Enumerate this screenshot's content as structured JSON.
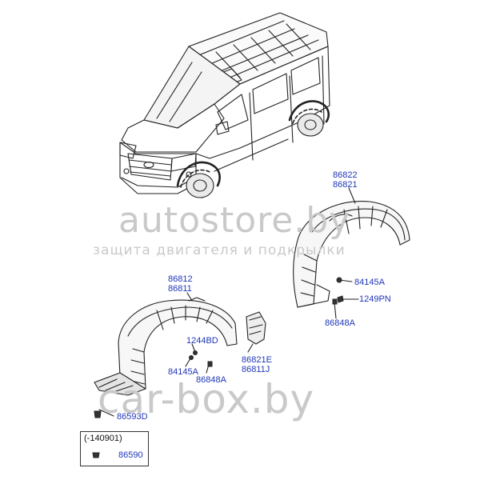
{
  "watermarks": {
    "top": "autostore.by",
    "sub": "защита двигателя и подкрылки",
    "bottom": "car-box.by"
  },
  "labels": {
    "rear_a": "86822",
    "rear_b": "86821",
    "rear_clip": "84145A",
    "rear_bolt": "1249PN",
    "rear_screw": "86848A",
    "front_a": "86812",
    "front_b": "86811",
    "front_bolt": "1244BD",
    "front_clip": "84145A",
    "front_screw": "86848A",
    "flap_a": "86821E",
    "flap_b": "86811J",
    "front_fastener": "86593D",
    "note_range": "(-140901)",
    "note_part": "86590"
  },
  "colors": {
    "label": "#1f36b8",
    "line": "#222222",
    "watermark": "#c9c9c9"
  }
}
